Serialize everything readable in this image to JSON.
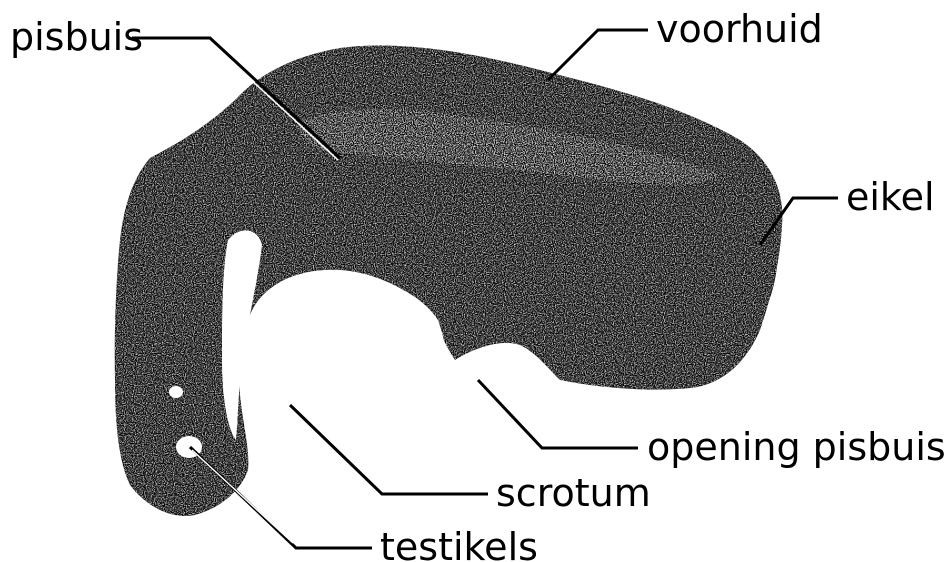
{
  "diagram": {
    "labels": {
      "pisbuis": "pisbuis",
      "voorhuid": "voorhuid",
      "eikel": "eikel",
      "opening_pisbuis": "opening pisbuis",
      "scrotum": "scrotum",
      "testikels": "testikels"
    },
    "colors": {
      "ink": "#000000",
      "background": "#ffffff"
    }
  }
}
